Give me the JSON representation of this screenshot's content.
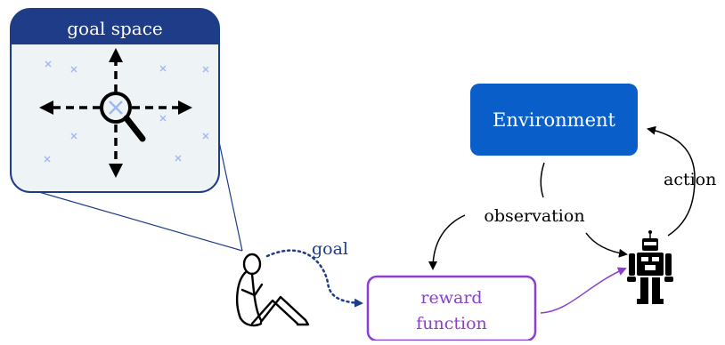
{
  "colors": {
    "goal_header": "#1f3c88",
    "goal_panel": "#eef3f6",
    "environment_box": "#0a5ec9",
    "reward_border": "#8a3fd1",
    "reward_text": "#8a3fd1",
    "goal_text": "#1f3c88",
    "marker": "#9fb8f0",
    "arrow_black": "#000000",
    "arrow_purple": "#8a3fd1"
  },
  "goal_space": {
    "title": "goal space",
    "icons": [
      "magnifier-icon",
      "cross-marker-icon",
      "four-way-arrow-icon"
    ]
  },
  "environment": {
    "label": "Environment"
  },
  "reward": {
    "line1": "reward",
    "line2": "function"
  },
  "edges": {
    "observation": "observation",
    "action": "action",
    "goal": "goal"
  },
  "agents": {
    "human": "person-sitting-icon",
    "robot": "robot-icon"
  }
}
